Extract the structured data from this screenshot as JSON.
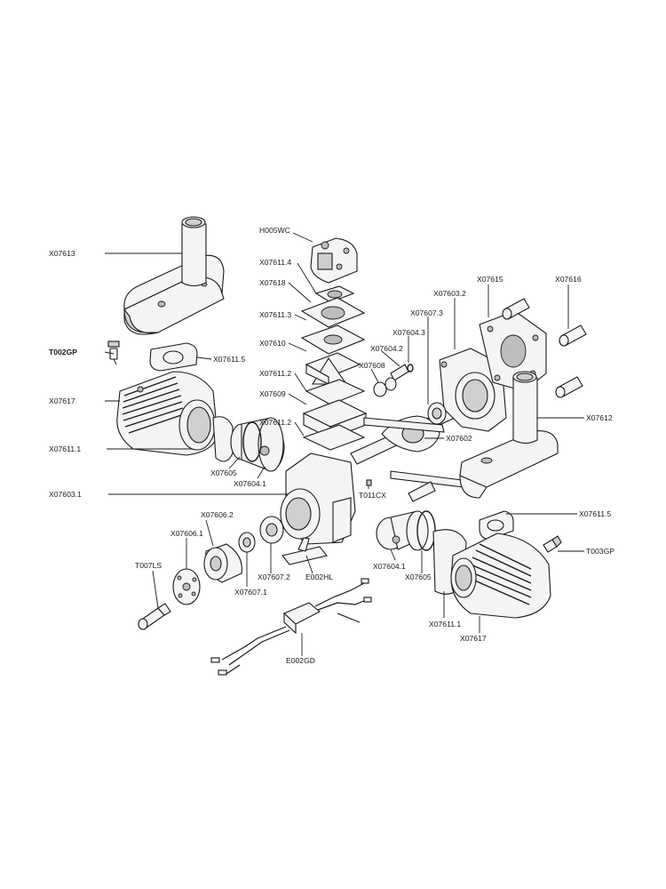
{
  "labels": [
    {
      "id": "X07613",
      "text": "X07613"
    },
    {
      "id": "T002GP",
      "text": "T002GP"
    },
    {
      "id": "X07611_5_top",
      "text": "X07611.5"
    },
    {
      "id": "X07617_left",
      "text": "X07617"
    },
    {
      "id": "X07611_1_left",
      "text": "X07611.1"
    },
    {
      "id": "X07605_left",
      "text": "X07605"
    },
    {
      "id": "X07604_1_left",
      "text": "X07604.1"
    },
    {
      "id": "X07603_1",
      "text": "X07603.1"
    },
    {
      "id": "H005WC",
      "text": "H005WC"
    },
    {
      "id": "X07611_4",
      "text": "X07611.4"
    },
    {
      "id": "X07618",
      "text": "X07618"
    },
    {
      "id": "X07611_3",
      "text": "X07611.3"
    },
    {
      "id": "X07610",
      "text": "X07610"
    },
    {
      "id": "X07611_2_a",
      "text": "X07611.2"
    },
    {
      "id": "X07609",
      "text": "X07609"
    },
    {
      "id": "X07611_2_b",
      "text": "X07611.2"
    },
    {
      "id": "X07603_2",
      "text": "X07603.2"
    },
    {
      "id": "X07615",
      "text": "X07615"
    },
    {
      "id": "X07616",
      "text": "X07616"
    },
    {
      "id": "X07607_3",
      "text": "X07607.3"
    },
    {
      "id": "X07604_3",
      "text": "X07604.3"
    },
    {
      "id": "X07604_2",
      "text": "X07604.2"
    },
    {
      "id": "X07608",
      "text": "X07608"
    },
    {
      "id": "X07612",
      "text": "X07612"
    },
    {
      "id": "X07602",
      "text": "X07602"
    },
    {
      "id": "T011CX",
      "text": "T011CX"
    },
    {
      "id": "X07611_5_right",
      "text": "X07611.5"
    },
    {
      "id": "T003GP",
      "text": "T003GP"
    },
    {
      "id": "X07606_2",
      "text": "X07606.2"
    },
    {
      "id": "X07606_1",
      "text": "X07606.1"
    },
    {
      "id": "T007LS",
      "text": "T007LS"
    },
    {
      "id": "X07607_2",
      "text": "X07607.2"
    },
    {
      "id": "X07607_1",
      "text": "X07607.1"
    },
    {
      "id": "E002HL",
      "text": "E002HL"
    },
    {
      "id": "X07604_1_right",
      "text": "X07604.1"
    },
    {
      "id": "X07605_right",
      "text": "X07605"
    },
    {
      "id": "X07611_1_right",
      "text": "X07611.1"
    },
    {
      "id": "X07617_right",
      "text": "X07617"
    },
    {
      "id": "E002GD",
      "text": "E002GD"
    }
  ]
}
